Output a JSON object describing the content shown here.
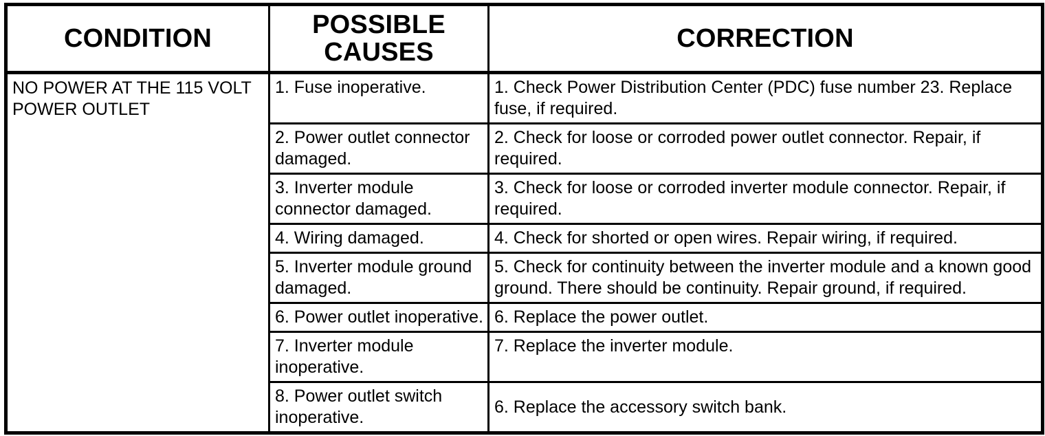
{
  "table": {
    "headers": {
      "condition": "CONDITION",
      "possible_causes": "POSSIBLE CAUSES",
      "correction": "CORRECTION"
    },
    "condition": "NO POWER AT THE 115 VOLT POWER OUTLET",
    "rows": [
      {
        "cause": "1. Fuse inoperative.",
        "correction": "1. Check Power Distribution Center (PDC) fuse number 23. Replace fuse, if required."
      },
      {
        "cause": "2. Power outlet connector damaged.",
        "correction": "2. Check for loose or corroded power outlet connector. Repair, if required."
      },
      {
        "cause": "3. Inverter module connector damaged.",
        "correction": "3. Check for loose or corroded inverter module connector. Repair, if required."
      },
      {
        "cause": "4. Wiring damaged.",
        "correction": "4. Check for shorted or open wires. Repair wiring, if required."
      },
      {
        "cause": "5. Inverter module ground damaged.",
        "correction": "5. Check for continuity between the inverter module and a known good ground. There should be continuity. Repair ground, if required."
      },
      {
        "cause": "6. Power outlet inoperative.",
        "correction": "6. Replace the power outlet."
      },
      {
        "cause": "7. Inverter module inoperative.",
        "correction": "7. Replace the inverter module."
      },
      {
        "cause": "8. Power outlet switch inoperative.",
        "correction": "6. Replace the accessory switch bank."
      }
    ]
  },
  "colors": {
    "background": "#ffffff",
    "text": "#000000",
    "border": "#000000"
  }
}
